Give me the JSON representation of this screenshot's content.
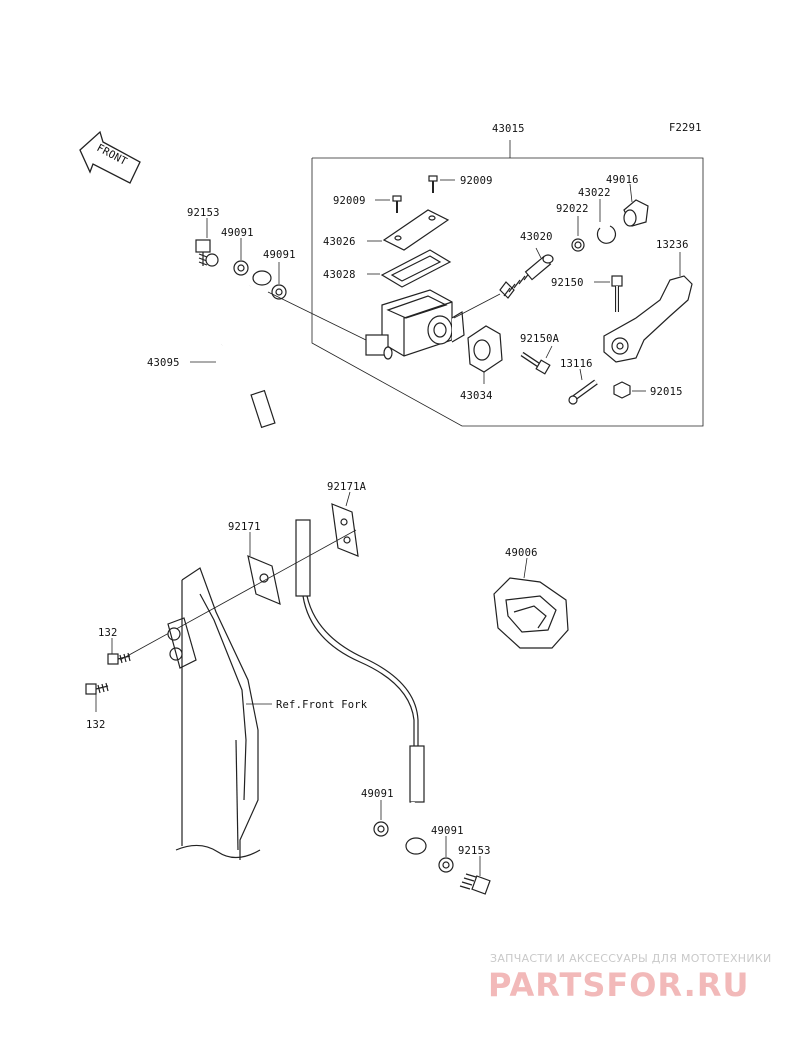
{
  "figure_code": "F2291",
  "front_label": "FRONT",
  "reference_label": "Ref.Front Fork",
  "watermark": {
    "tagline": "ЗАПЧАСТИ И АКСЕССУАРЫ ДЛЯ МОТОТЕХНИКИ",
    "logo_text": "PARTSFOR.RU"
  },
  "part_labels": {
    "p43015": "43015",
    "p92009a": "92009",
    "p92009b": "92009",
    "p43026": "43026",
    "p43028": "43028",
    "p49016": "49016",
    "p43022": "43022",
    "p92022": "92022",
    "p43020": "43020",
    "p13236": "13236",
    "p92150": "92150",
    "p92150A": "92150A",
    "p13116": "13116",
    "p92015": "92015",
    "p43034": "43034",
    "p92153a": "92153",
    "p49091a": "49091",
    "p49091b": "49091",
    "p43095": "43095",
    "p92171A": "92171A",
    "p92171": "92171",
    "p49006": "49006",
    "p132a": "132",
    "p132b": "132",
    "p49091c": "49091",
    "p49091d": "49091",
    "p92153b": "92153"
  }
}
